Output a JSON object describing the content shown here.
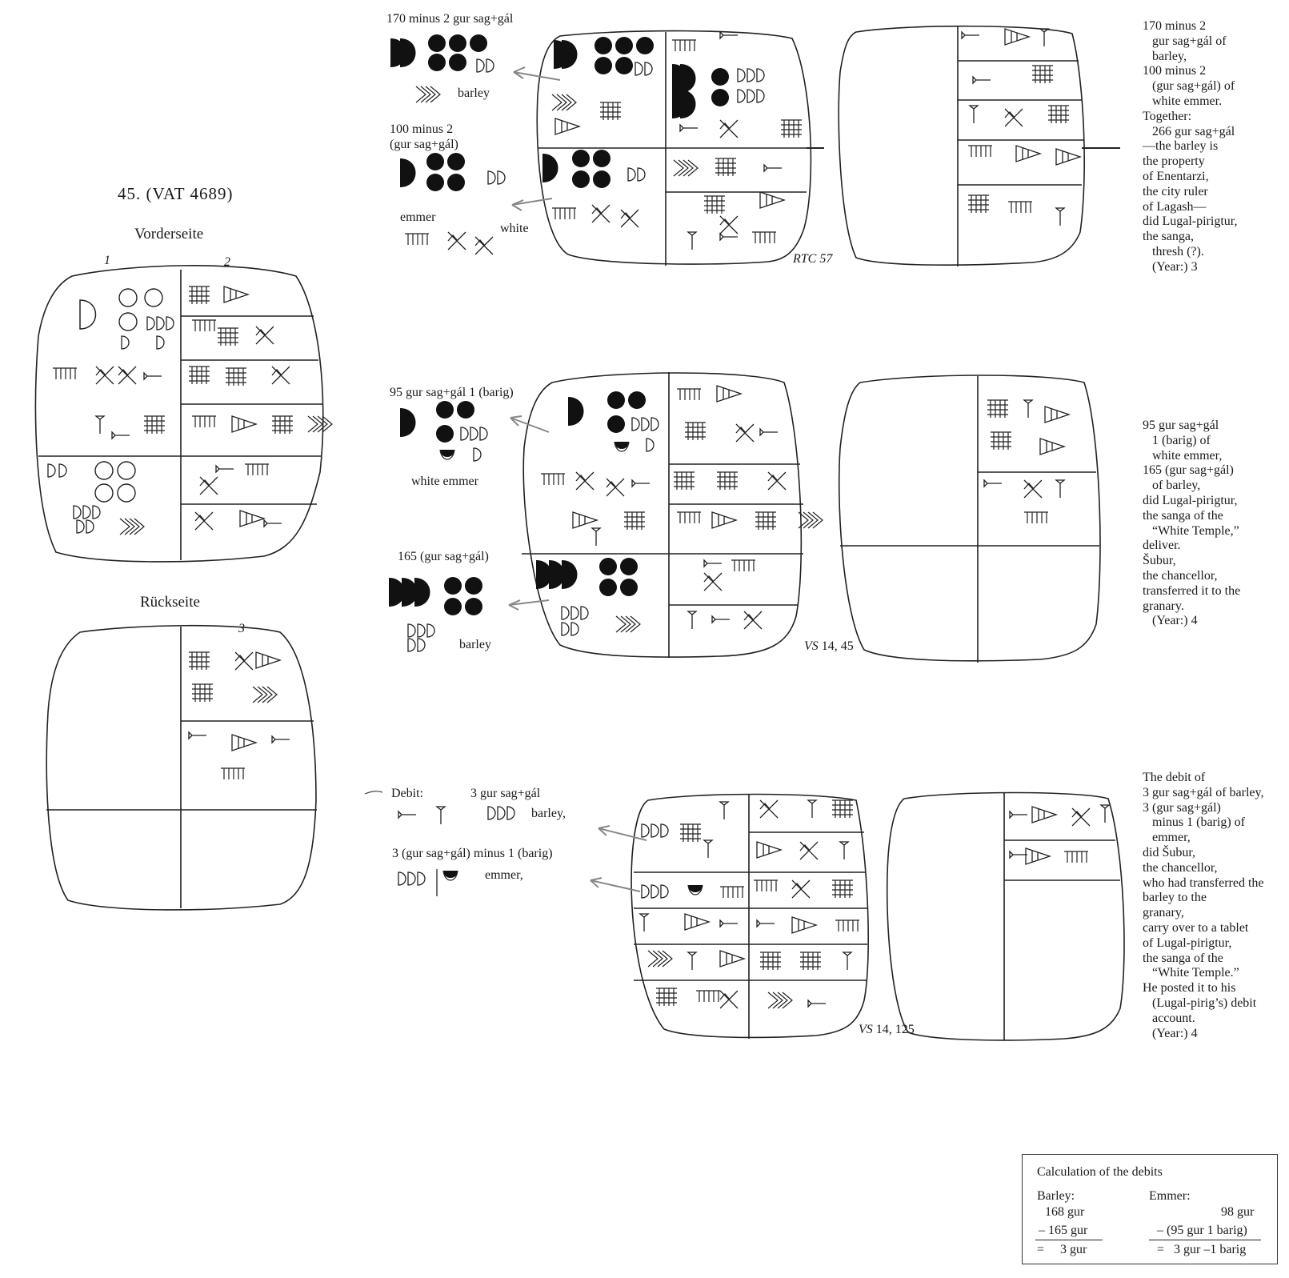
{
  "left": {
    "title": "45. (VAT 4689)",
    "obverse_label": "Vorderseite",
    "reverse_label": "Rückseite",
    "col1": "1",
    "col2": "2",
    "col3": "3"
  },
  "rtc57": {
    "caption": "RTC 57",
    "labels": {
      "l1": "170 minus 2 gur sag+gál",
      "barley": "barley",
      "l2a": "100 minus 2",
      "l2b": "(gur sag+gál)",
      "emmer": "emmer",
      "white": "white"
    },
    "translation": [
      "170 minus 2",
      "   gur sag+gál of",
      "   barley,",
      "100 minus 2",
      "   (gur sag+gál) of",
      "   white emmer.",
      "Together:",
      "   266 gur sag+gál",
      "—the barley is",
      "the property",
      "of Enentarzi,",
      "the city ruler",
      "of Lagash—",
      "did Lugal-pirigtur,",
      "the sanga,",
      "   thresh (?).",
      "   (Year:) 3"
    ]
  },
  "vs1445": {
    "caption_italic": "VS",
    "caption_rest": " 14, 45",
    "labels": {
      "l1": "95 gur sag+gál 1 (barig)",
      "white_emmer": "white emmer",
      "l2": "165 (gur sag+gál)",
      "barley": "barley"
    },
    "translation": [
      "95 gur sag+gál",
      "   1 (barig) of",
      "   white emmer,",
      "165 (gur sag+gál)",
      "   of barley,",
      "did Lugal-pirigtur,",
      "the sanga of the",
      "   “White Temple,”",
      "deliver.",
      "Šubur,",
      "the chancellor,",
      "transferred it to the",
      "granary.",
      "   (Year:) 4"
    ]
  },
  "vs14125": {
    "caption_italic": "VS",
    "caption_rest": " 14, 125",
    "labels": {
      "debit": "Debit:",
      "l1": "3 gur sag+gál",
      "barley": "barley,",
      "l2": "3 (gur sag+gál) minus 1 (barig)",
      "emmer": "emmer,"
    },
    "translation": [
      "The debit of",
      "3 gur sag+gál of barley,",
      "3 (gur sag+gál)",
      "   minus 1 (barig) of",
      "   emmer,",
      "did Šubur,",
      "the chancellor,",
      "who had transferred the",
      "barley to the",
      "granary,",
      "carry over to a tablet",
      "of Lugal-pirigtur,",
      "the sanga of the",
      "   “White Temple.”",
      "He posted it to his",
      "   (Lugal-pirig’s) debit",
      "   account.",
      "   (Year:) 4"
    ]
  },
  "calc": {
    "title": "Calculation of the debits",
    "barley_head": "Barley:",
    "barley_l1": "168 gur",
    "barley_l2": "– 165 gur",
    "barley_l3": "=     3 gur",
    "emmer_head": "Emmer:",
    "emmer_l1": "98 gur",
    "emmer_l2": "– (95 gur 1 barig)",
    "emmer_l3": "=   3 gur –1 barig"
  }
}
